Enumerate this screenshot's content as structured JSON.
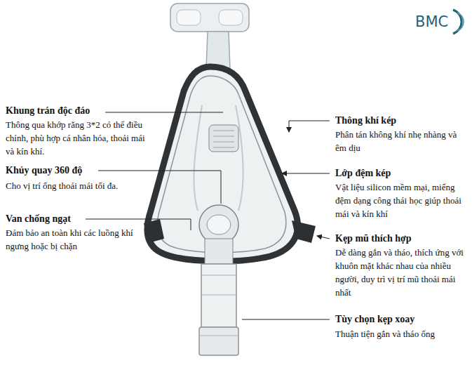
{
  "diagram": {
    "labels": [
      "BMC",
      "Khung trán độc đáo",
      "Thông qua khớp răng 3*2 có thể điều chỉnh, phù hợp cá nhân hóa, thoải mái và kín khí.",
      "Thông khí kép",
      "Phân tán không khí nhẹ nhàng và êm dịu",
      "Khủy quay 360 độ",
      "Cho vị trí ống thoải mái tối đa.",
      "Lớp đệm kép",
      "Vật liệu silicon mềm mại, miếng đệm dạng công thái học giúp thoải mái và kín khí",
      "Van chống ngạt",
      "Đảm bảo an toàn khi các luồng khí ngưng hoặc bị chặn",
      "Kẹp mũ thích hợp",
      "Dễ dàng gắn và tháo, thích ứng với khuôn mặt khác nhau của nhiều người, duy trì vị trí mũ thoải mái nhất",
      "Tùy chọn kẹp xoay",
      "Thuận tiện gắn và tháo ống"
    ]
  }
}
